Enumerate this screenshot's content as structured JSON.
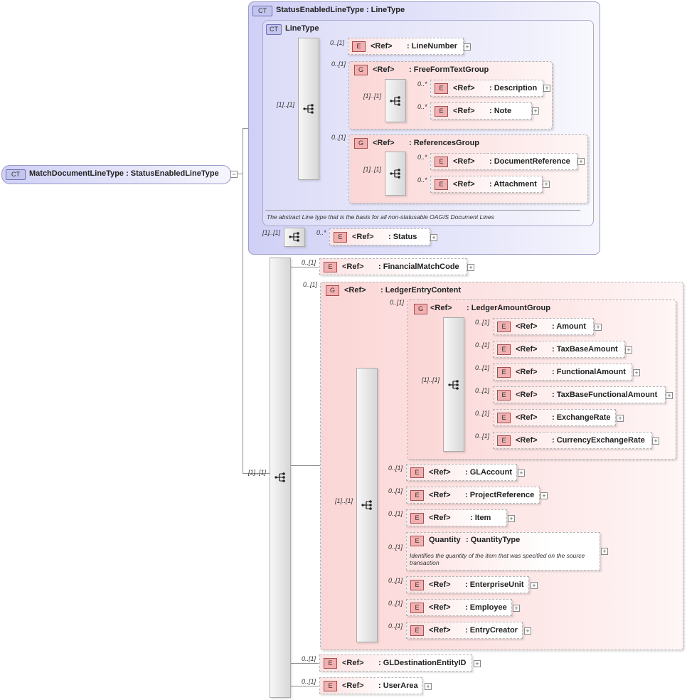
{
  "root": {
    "badge": "CT",
    "label": "MatchDocumentLineType : StatusEnabledLineType"
  },
  "status_enabled": {
    "badge": "CT",
    "label": "StatusEnabledLineType : LineType"
  },
  "line_type": {
    "badge": "CT",
    "label": "LineType",
    "documentation": "The abstract Line type that is the basis for all non-statusable OAGIS Document Lines"
  },
  "labels": {
    "ref": "<Ref>",
    "element_badge": "E",
    "group_badge": "G"
  },
  "cardinalities": {
    "one": "[1]..[1]",
    "opt": "0..[1]",
    "many": "0..*"
  },
  "line_number": {
    "name": ": LineNumber"
  },
  "free_form": {
    "name": ": FreeFormTextGroup",
    "description": ": Description",
    "note": ": Note"
  },
  "references": {
    "name": ": ReferencesGroup",
    "document_reference": ": DocumentReference",
    "attachment": ": Attachment"
  },
  "status": {
    "name": ": Status"
  },
  "financial_match_code": {
    "name": ": FinancialMatchCode"
  },
  "ledger_entry": {
    "name": ": LedgerEntryContent"
  },
  "ledger_amount": {
    "name": ": LedgerAmountGroup",
    "items": [
      ": Amount",
      ": TaxBaseAmount",
      ": FunctionalAmount",
      ": TaxBaseFunctionalAmount",
      ": ExchangeRate",
      ": CurrencyExchangeRate"
    ]
  },
  "gl_account": {
    "name": ": GLAccount"
  },
  "project_reference": {
    "name": ": ProjectReference"
  },
  "item": {
    "name": ": Item"
  },
  "quantity": {
    "label": "Quantity",
    "type": ": QuantityType",
    "documentation": "Identifies the quantity of the item that was specified on the source transaction"
  },
  "enterprise_unit": {
    "name": ": EnterpriseUnit"
  },
  "employee": {
    "name": ": Employee"
  },
  "entry_creator": {
    "name": ": EntryCreator"
  },
  "gl_destination": {
    "name": ": GLDestinationEntityID"
  },
  "user_area": {
    "name": ": UserArea"
  }
}
